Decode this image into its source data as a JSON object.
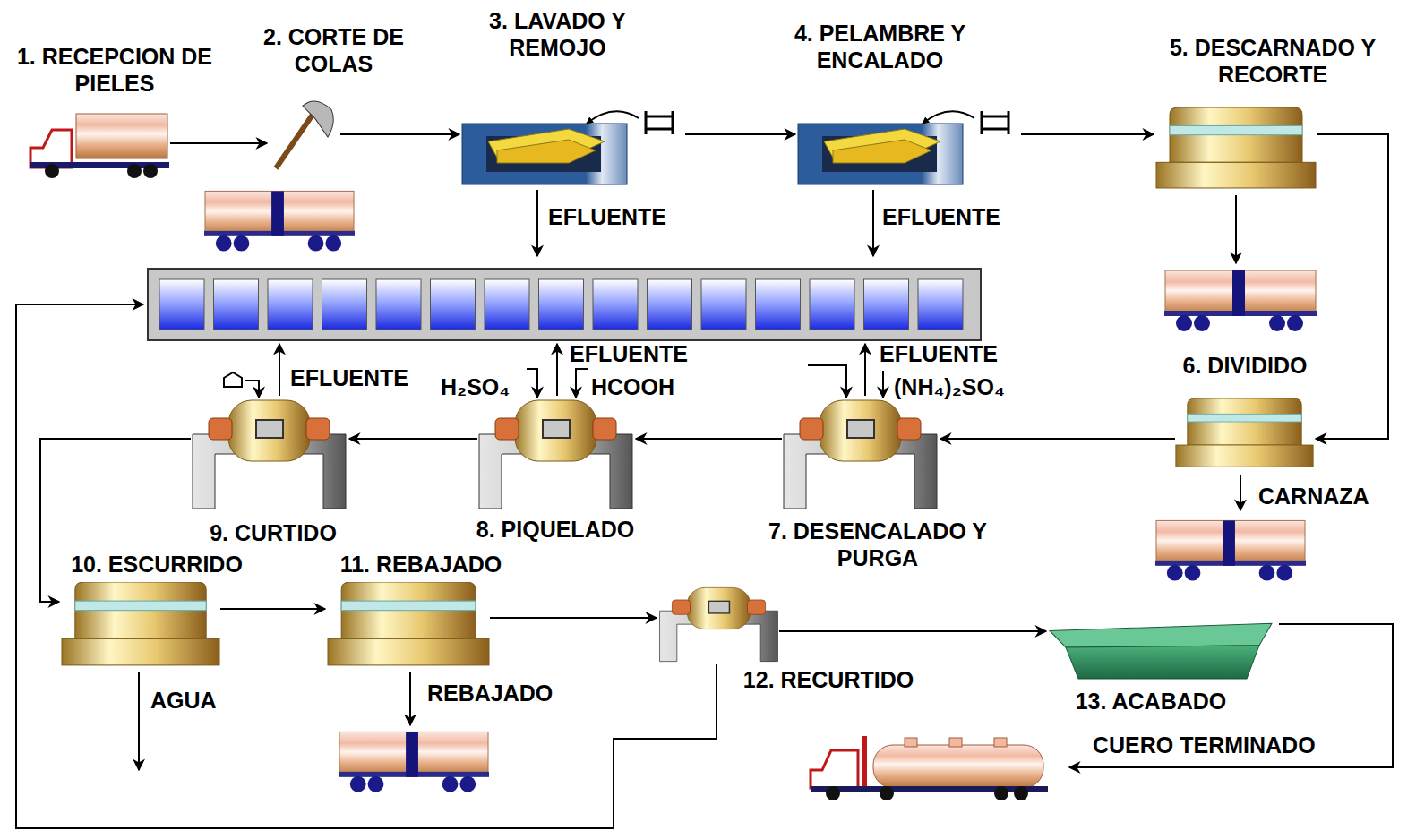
{
  "diagram": {
    "nodes": [
      {
        "text": [
          "1. RECEPCION DE PIELES"
        ]
      },
      {
        "text": [
          "2. CORTE DE COLAS"
        ]
      },
      {
        "text": [
          "3. LAVADO Y REMOJO"
        ]
      },
      {
        "text": [
          "4. PELAMBRE Y ENCALADO"
        ]
      },
      {
        "text": [
          "5. DESCARNADO Y RECORTE"
        ]
      },
      {
        "text": [
          "6. DIVIDIDO"
        ]
      },
      {
        "text": [
          "7. DESENCALADO Y PURGA"
        ]
      },
      {
        "text": [
          "8. PIQUELADO"
        ]
      },
      {
        "text": [
          "9. CURTIDO"
        ]
      },
      {
        "text": [
          "10. ESCURRIDO"
        ]
      },
      {
        "text": [
          "11. REBAJADO"
        ]
      },
      {
        "text": [
          "12. RECURTIDO"
        ]
      },
      {
        "text": [
          "13. ACABADO"
        ]
      }
    ],
    "edges": [
      {
        "from": 0,
        "to": 1,
        "arrow": "to"
      },
      {
        "from": 1,
        "to": 2,
        "arrow": "to"
      },
      {
        "from": 2,
        "to": 3,
        "arrow": "to"
      },
      {
        "from": 3,
        "to": 4,
        "arrow": "to"
      },
      {
        "from": 4,
        "to": 5,
        "arrow": "to"
      },
      {
        "from": 5,
        "to": 6,
        "arrow": "to"
      },
      {
        "from": 6,
        "to": 7,
        "arrow": "to"
      },
      {
        "from": 7,
        "to": 8,
        "arrow": "to"
      },
      {
        "from": 8,
        "to": 9,
        "arrow": "to"
      },
      {
        "from": 9,
        "to": 10,
        "arrow": "to"
      },
      {
        "from": 10,
        "to": 11,
        "arrow": "to"
      },
      {
        "from": 11,
        "to": 12,
        "arrow": "to"
      }
    ],
    "labels": [
      "EFLUENTE",
      "EFLUENTE",
      "EFLUENTE",
      "EFLUENTE",
      "H₂SO₄",
      "HCOOH",
      "(NH₄)₂SO₄",
      "EFLUENTE",
      "CARNAZA",
      "AGUA",
      "REBAJADO",
      "CUERO TERMINADO"
    ]
  }
}
